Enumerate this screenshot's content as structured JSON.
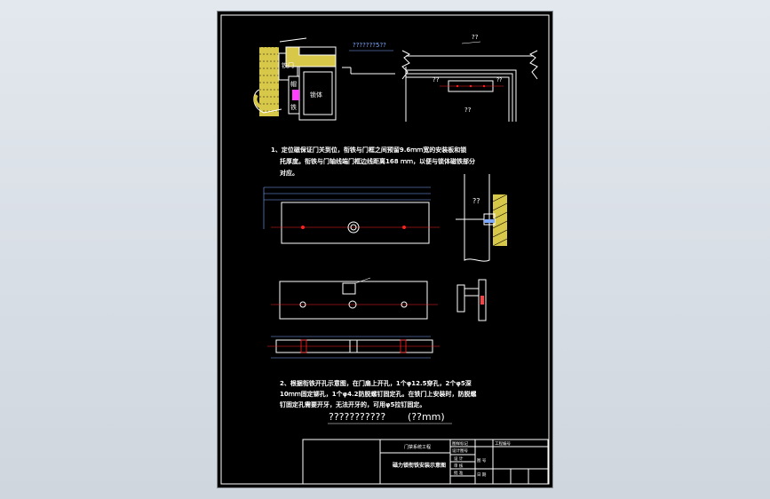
{
  "colors": {
    "background": "#cfd6de",
    "sheet": "#000000",
    "line": "#ffffff",
    "hatch": "#d8c84a",
    "centerline": "#ff2020",
    "dimension": "#7fa8ff"
  },
  "top_left": {
    "note": "???????5??",
    "label_door": "铁门",
    "label_bracket_1": "帽",
    "label_bracket_2": "铁",
    "label_body": "锁体"
  },
  "top_right": {
    "title": "??",
    "label_left": "??",
    "label_right": "??",
    "label_bottom": "??"
  },
  "note1": {
    "line1": "1、定位磁保证门关到位，衔铁与门框之间预留9.6ｍｍ宽的安装板和锁",
    "line2": "托厚度。衔铁与门轴线端门框边线距离168 ｍｍ，以便与锁体磁铁部分",
    "line3": "对应。"
  },
  "mid_right": {
    "label": "??"
  },
  "note2": {
    "line1": "2、根据衔铁开孔示意图，在门扇上开孔，1个φ12.5穿孔，2个φ5深",
    "line2": "10ｍｍ固定铆孔，1个φ4.2防脱螺钉固定孔。在铁门上安装时，防脱螺",
    "line3": "钉固定孔需要开牙，无法开牙的，可用φ5拉钉固定。",
    "unit_main": "???????????",
    "unit_suffix": "(??mm)"
  },
  "title_block": {
    "company": "门禁系统工程",
    "drawing_name": "磁力锁衔铁安装示意图",
    "r1c1": "图样标记",
    "r2c1": "设计图号",
    "r3c1": "设 计",
    "r4c1": "审 核",
    "r5c1": "批 准",
    "scale_label": "工程编号",
    "sheet_label": "图 号",
    "date_label": "日 期"
  }
}
